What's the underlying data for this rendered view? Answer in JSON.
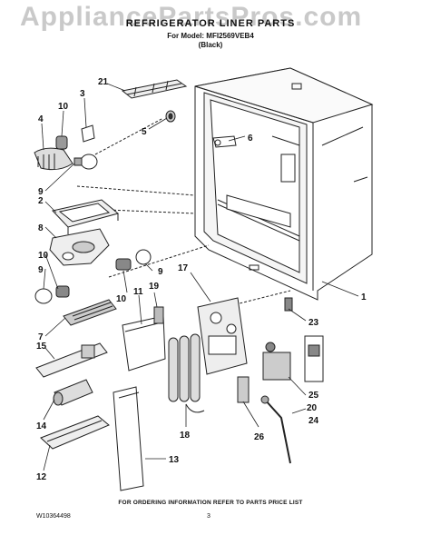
{
  "watermark": "AppliancePartsPros.com",
  "header": {
    "title": "REFRIGERATOR LINER PARTS",
    "model": "For Model: MFI2569VEB4",
    "color": "(Black)"
  },
  "callouts": [
    "1",
    "2",
    "3",
    "4",
    "5",
    "6",
    "7",
    "8",
    "9",
    "9",
    "9",
    "10",
    "10",
    "10",
    "11",
    "12",
    "13",
    "14",
    "15",
    "17",
    "18",
    "19",
    "20",
    "21",
    "23",
    "24",
    "25",
    "26"
  ],
  "footer": {
    "note": "FOR ORDERING INFORMATION REFER TO PARTS PRICE LIST",
    "doc_number": "W10364498",
    "page": "3"
  }
}
